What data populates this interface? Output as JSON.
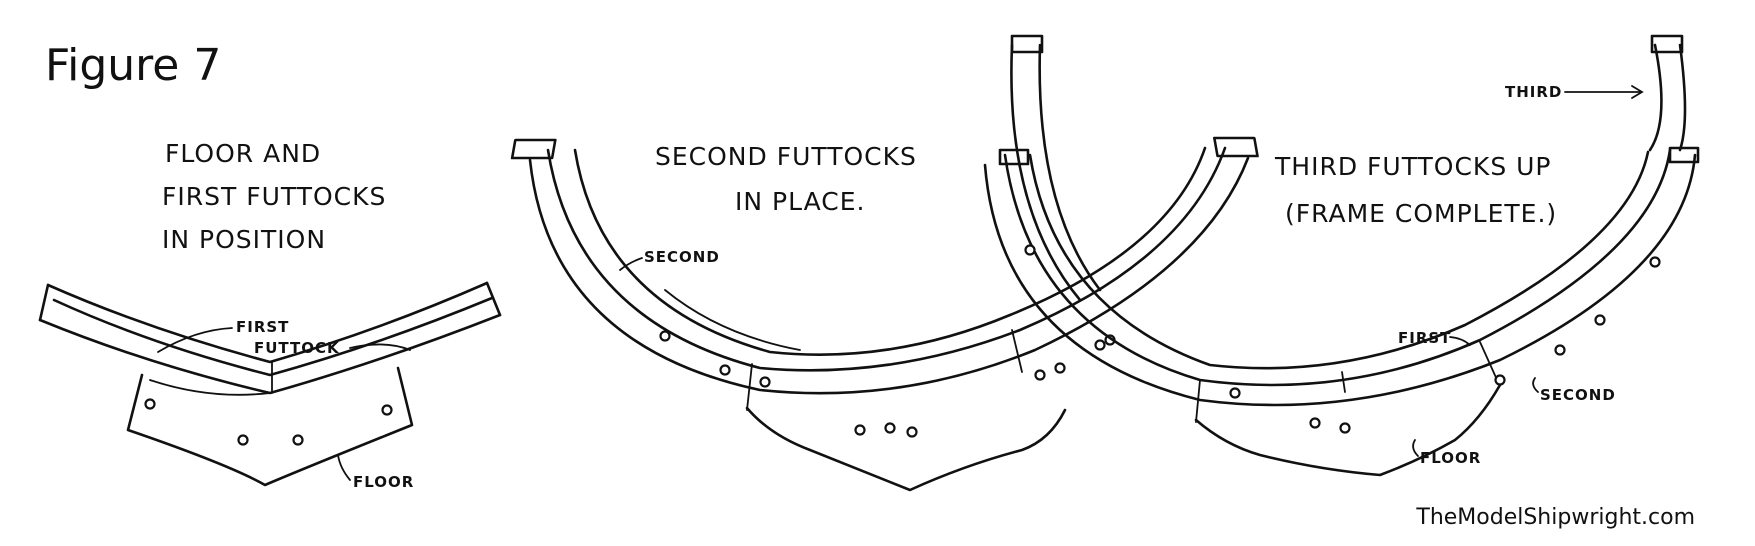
{
  "figure_title": "Figure 7",
  "credit": "TheModelShipwright.com",
  "panel1": {
    "caption": [
      "FLOOR AND",
      "FIRST FUTTOCKS",
      "IN POSITION"
    ],
    "label_first_futtock": [
      "FIRST",
      "FUTTOCK"
    ],
    "label_floor": "FLOOR"
  },
  "panel2": {
    "caption": [
      "SECOND FUTTOCKS",
      "IN PLACE."
    ],
    "label_second": "SECOND"
  },
  "panel3": {
    "caption": [
      "THIRD FUTTOCKS UP",
      "(FRAME COMPLETE.)"
    ],
    "label_third": "THIRD",
    "label_first": "FIRST",
    "label_second": "SECOND",
    "label_floor": "FLOOR"
  }
}
